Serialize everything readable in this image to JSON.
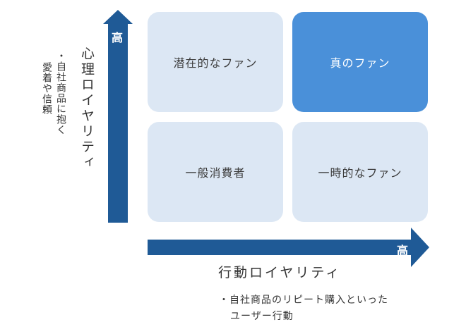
{
  "colors": {
    "arrow": "#1f5a96",
    "quadrant_light": "#dce7f4",
    "quadrant_dark": "#4a90d9"
  },
  "quadrants": {
    "top_left": "潜在的なファン",
    "top_right": "真のファン",
    "bottom_left": "一般消費者",
    "bottom_right": "一時的なファン"
  },
  "y_axis": {
    "high_label": "高",
    "title": "心理ロイヤリティ",
    "description_lines": [
      "・自社商品に抱く",
      "愛着や信頼"
    ]
  },
  "x_axis": {
    "high_label": "高",
    "title": "行動ロイヤリティ",
    "description_lines": [
      "・自社商品のリピート購入といった",
      "ユーザー行動"
    ]
  }
}
